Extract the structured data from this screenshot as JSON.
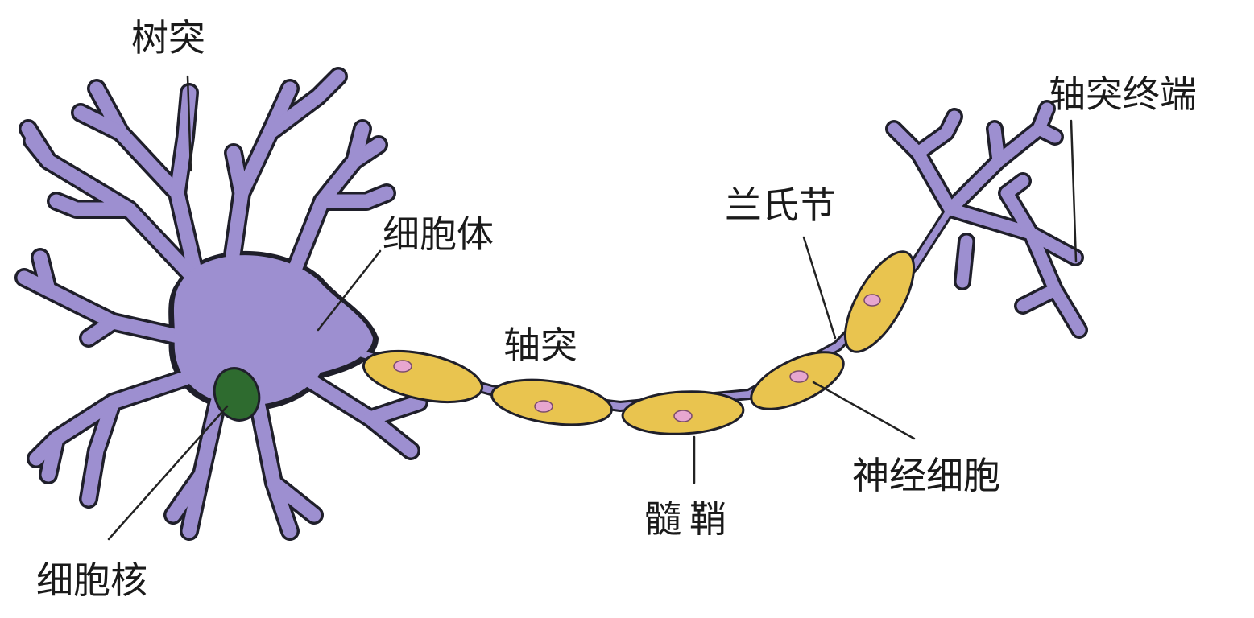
{
  "labels": {
    "dendrite": "树突",
    "cell_body": "细胞体",
    "nucleus": "细胞核",
    "axon": "轴突",
    "myelin_sheath": "髓鞘",
    "node_of_ranvier": "兰氏节",
    "nerve_cell": "神经细胞",
    "axon_terminal": "轴突终端"
  },
  "colors": {
    "neuron": "#9d8fd0",
    "outline": "#1f1f2a",
    "nucleus": "#2e6b2f",
    "myelin": "#e9c44f",
    "schwann_nucleus": "#e7a6cf",
    "leader_line": "#222222"
  }
}
